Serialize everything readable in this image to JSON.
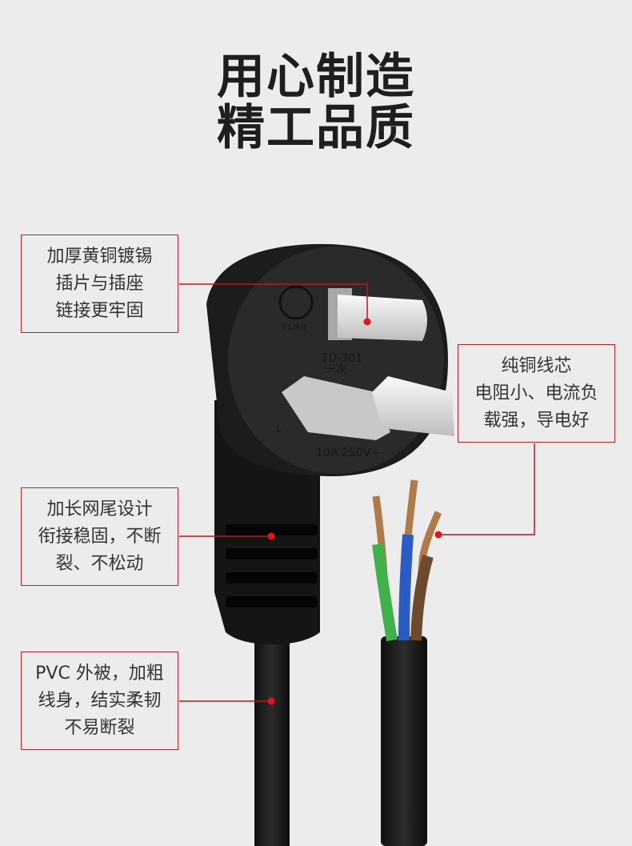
{
  "headline": {
    "line1": "用心制造",
    "line2": "精工品质"
  },
  "callouts": [
    {
      "lines": [
        "加厚黄铜镀锡",
        "插片与插座",
        "链接更牢固"
      ]
    },
    {
      "lines": [
        "纯铜线芯",
        "电阻小、电流负",
        "载强，导电好"
      ]
    },
    {
      "lines": [
        "加长网尾设计",
        "衔接稳固，不断",
        "裂、不松动"
      ]
    },
    {
      "lines": [
        "PVC 外被，加粗",
        "线身，结实柔韧",
        "不易断裂"
      ]
    }
  ],
  "plug_markings": {
    "cert": "11/8/1",
    "model": "TD-301",
    "brand": "一次",
    "rating": "10A 250V~",
    "pin": "L"
  },
  "colors": {
    "accent": "#b3262b",
    "background": "#ececec",
    "wire_earth": "#3fb04a",
    "wire_neutral": "#2a5cc4",
    "wire_live": "#6b4a2e"
  }
}
